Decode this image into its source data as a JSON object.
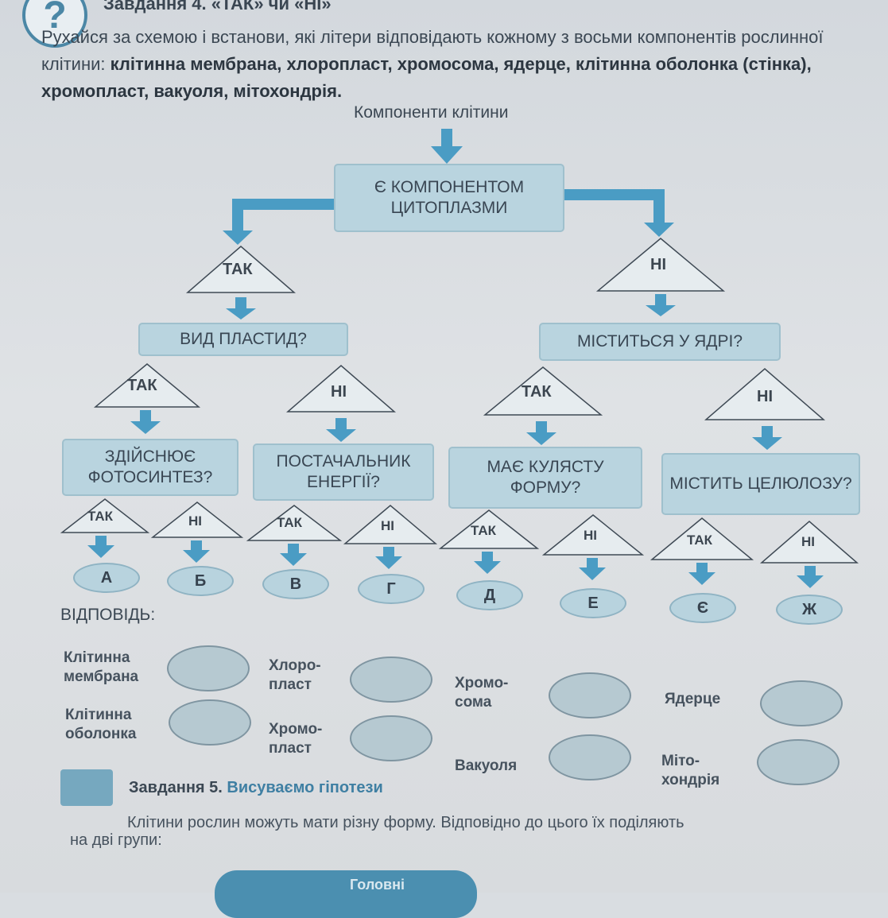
{
  "header": {
    "title": "Завдання 4. «ТАК» чи «НІ»",
    "instruction_prefix": "Рухайся за схемою і встанови, які літери відповідають кожному з восьми компонентів рослинної клітини:",
    "components_bold": "клітинна мембрана, хлоропласт, хромосома, ядерце, клітинна оболонка (стінка), хромопласт, вакуоля, мітохондрія."
  },
  "diagram": {
    "top_label": "Компоненти клітини",
    "root_question": "Є КОМПОНЕНТОМ ЦИТОПЛАЗМИ",
    "q_left": "ВИД ПЛАСТИД?",
    "q_right": "МІСТИТЬСЯ У ЯДРІ?",
    "q_ll": "ЗДІЙСНЮЄ ФОТОСИНТЕЗ?",
    "q_lr": "ПОСТАЧАЛЬНИК ЕНЕРГІЇ?",
    "q_rl": "МАЄ КУЛЯСТУ ФОРМУ?",
    "q_rr": "МІСТИТЬ ЦЕЛЮЛОЗУ?",
    "yes": "ТАК",
    "no": "НІ",
    "letters": [
      "А",
      "Б",
      "В",
      "Г",
      "Д",
      "Е",
      "Є",
      "Ж"
    ]
  },
  "answers": {
    "title": "ВІДПОВІДЬ:",
    "items": [
      "Клітинна мембрана",
      "Хлоро-пласт",
      "Хромо-сома",
      "Ядерце",
      "Клітинна оболонка",
      "Хромо-пласт",
      "Вакуоля",
      "Міто-хондрія"
    ]
  },
  "task5": {
    "label": "Завдання 5.",
    "title": "Висуваємо гіпотези",
    "line1": "Клітини рослин можуть мати різну форму. Відповідно до цього їх поділяють",
    "line2": "на дві групи:"
  },
  "footer": {
    "tab_label": "Головні"
  },
  "colors": {
    "accent": "#4b8fb0",
    "box": "#b9d4df",
    "arrow": "#4a9cc4"
  }
}
